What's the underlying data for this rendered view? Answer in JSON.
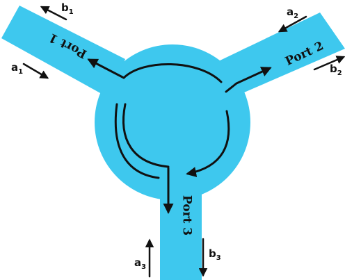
{
  "colors": {
    "waveguide": "#3ec8ee",
    "ink": "#111111",
    "background": "#ffffff"
  },
  "ports": {
    "port1": {
      "label": "Port 1"
    },
    "port2": {
      "label": "Port 2"
    },
    "port3": {
      "label": "Port 3"
    }
  },
  "waves": {
    "a1": {
      "letter": "a",
      "sub": "1"
    },
    "b1": {
      "letter": "b",
      "sub": "1"
    },
    "a2": {
      "letter": "a",
      "sub": "2"
    },
    "b2": {
      "letter": "b",
      "sub": "2"
    },
    "a3": {
      "letter": "a",
      "sub": "3"
    },
    "b3": {
      "letter": "b",
      "sub": "3"
    }
  }
}
